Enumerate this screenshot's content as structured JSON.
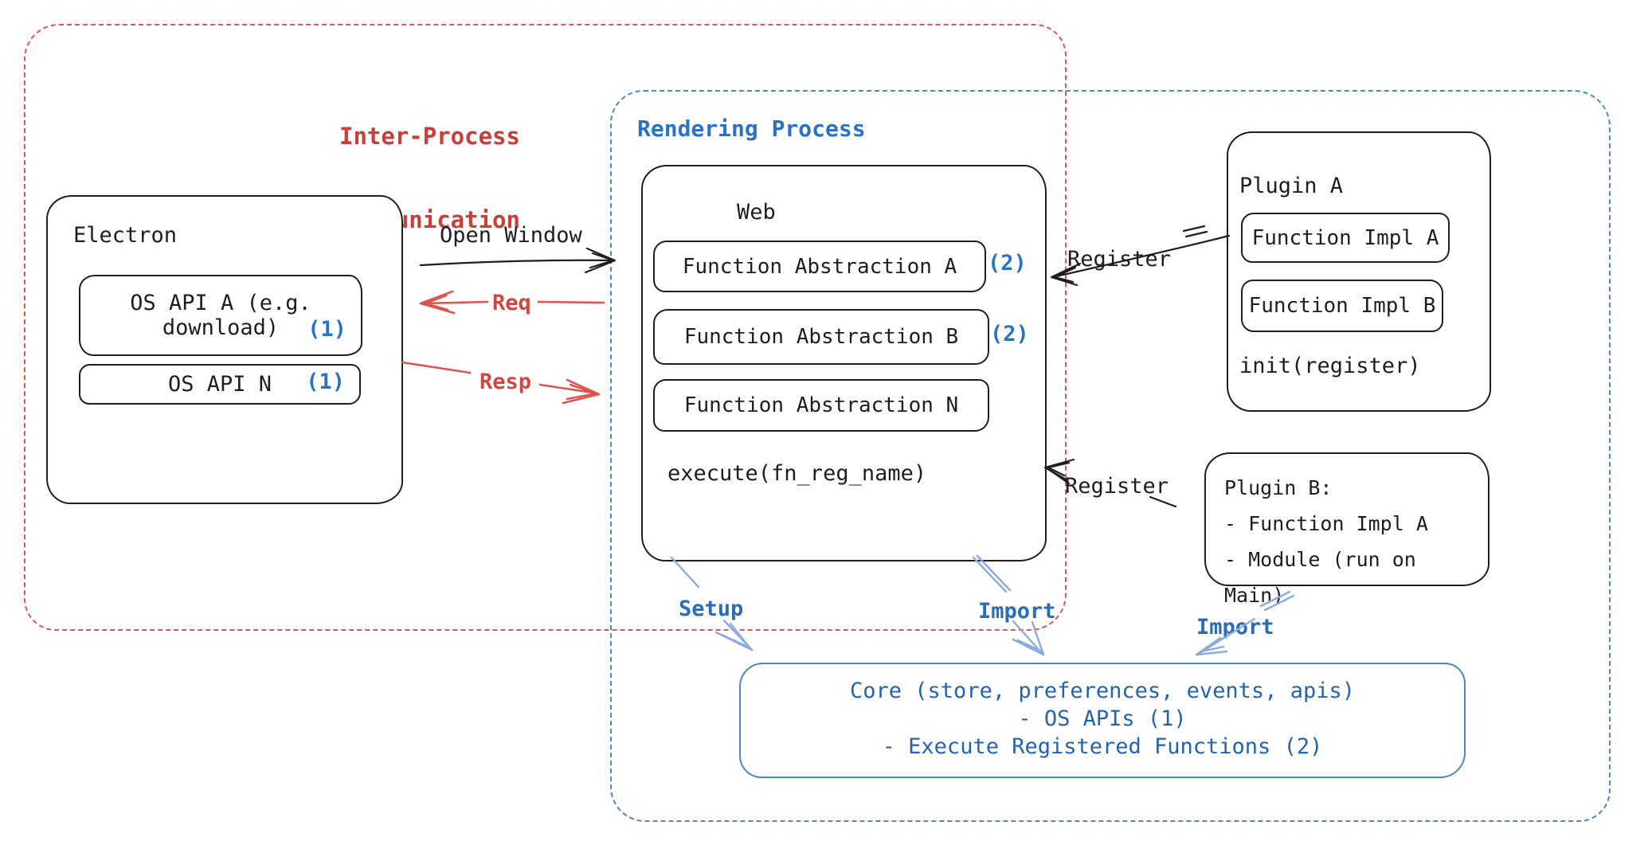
{
  "colors": {
    "red_accent": "#c5403a",
    "red_dashed_border": "#d95752",
    "red_arrow": "#dc5550",
    "blue_accent": "#2a72c4",
    "blue_dashed_border": "#4f85cf",
    "blue_arrow": "#8aabdf",
    "ink": "#1e1e1e"
  },
  "ipc": {
    "line1": "Inter-Process",
    "line2": "Communication"
  },
  "rendering": {
    "label": "Rendering Process"
  },
  "electron": {
    "title": "Electron",
    "apis": [
      {
        "line1": "OS API A (e.g.",
        "line2": "download)",
        "badge": "(1)"
      },
      {
        "label": "OS API N",
        "badge": "(1)"
      }
    ]
  },
  "web": {
    "title": "Web",
    "items": [
      {
        "label": "Function Abstraction A",
        "badge": "(2)"
      },
      {
        "label": "Function Abstraction B",
        "badge": "(2)"
      },
      {
        "label": "Function Abstraction N",
        "badge": ""
      }
    ],
    "execute": "execute(fn_reg_name)"
  },
  "plugin_a": {
    "title": "Plugin A",
    "impls": [
      "Function Impl A",
      "Function Impl B"
    ],
    "init": "init(register)"
  },
  "plugin_b": {
    "line1": "Plugin B:",
    "line2": "- Function Impl A",
    "line3": "- Module (run on Main)"
  },
  "core": {
    "line1": "Core (store, preferences, events, apis)",
    "line2": "- OS APIs (1)",
    "line3": "- Execute Registered Functions (2)"
  },
  "labels": {
    "open_window": "Open Window",
    "req": "Req",
    "resp": "Resp",
    "register_top": "Register",
    "register_bottom": "Register",
    "setup": "Setup",
    "import_mid": "Import",
    "import_right": "Import"
  }
}
